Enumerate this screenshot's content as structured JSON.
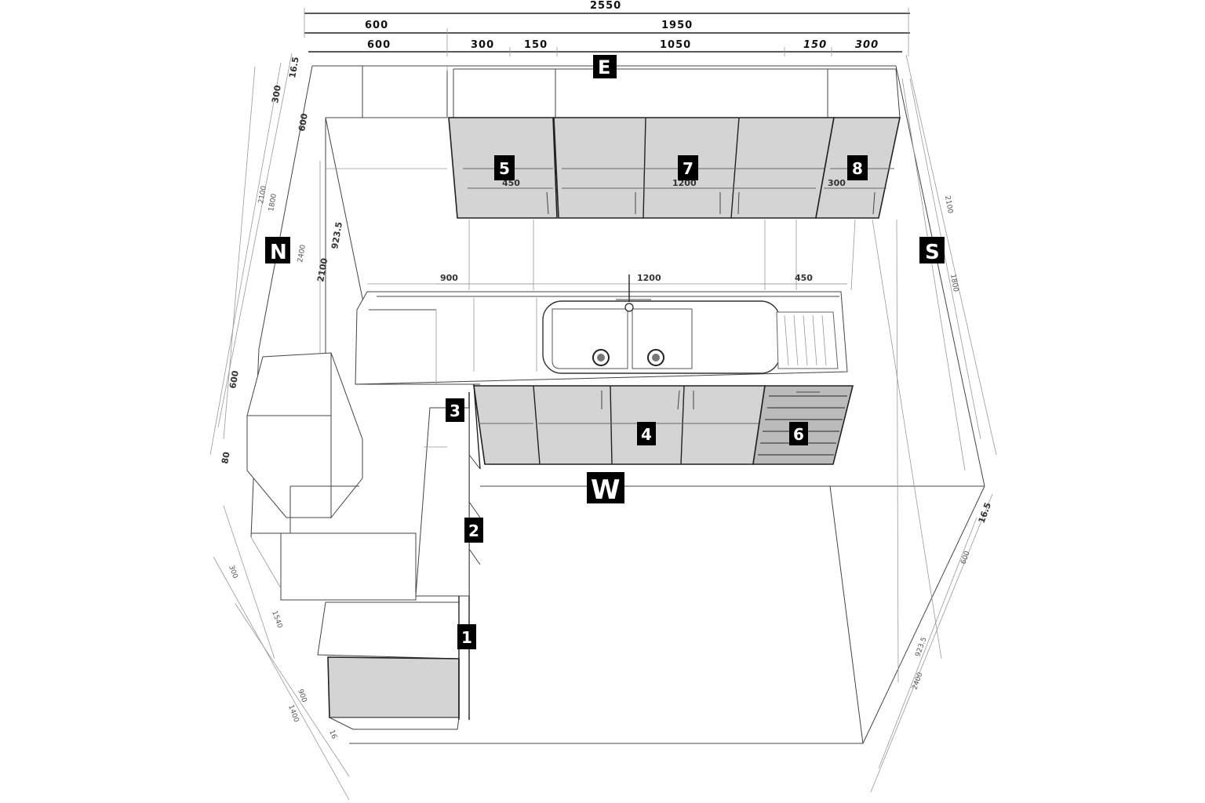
{
  "dimensions": {
    "top_total": "2550",
    "top_right_span": "1950",
    "top_left_a": "600",
    "top_left_b": "600",
    "seg_300_left": "300",
    "seg_150_left": "150",
    "seg_1050": "1050",
    "seg_150_right": "150",
    "seg_300_right": "300",
    "left_16_5": "16.5",
    "left_300": "300",
    "left_600": "600",
    "left_2100_a": "2100",
    "left_1800": "1800",
    "left_923_5": "923.5",
    "left_2400": "2400",
    "left_2100_b": "2100",
    "left_600_b": "600",
    "left_80": "80",
    "cabinet_450": "450",
    "cabinet_1200": "1200",
    "cabinet_300": "300",
    "counter_900": "900",
    "counter_1200": "1200",
    "counter_450": "450",
    "right_2100": "2100",
    "right_1800": "1800",
    "right_16_5": "16.5",
    "right_600": "600",
    "right_923_5": "923.5",
    "right_2400": "2400",
    "bottom_300": "300",
    "bottom_1540": "1540",
    "bottom_900": "900",
    "bottom_1400": "1400",
    "bottom_16": "16"
  },
  "compass": {
    "north": "N",
    "south": "S",
    "east": "E",
    "west": "W"
  },
  "units": {
    "u1": "1",
    "u2": "2",
    "u3": "3",
    "u4": "4",
    "u5": "5",
    "u6": "6",
    "u7": "7",
    "u8": "8"
  }
}
